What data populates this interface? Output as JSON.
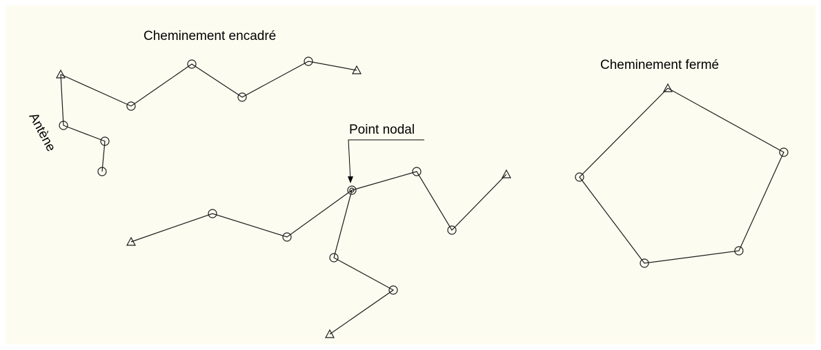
{
  "colors": {
    "background": "#fdfcf0",
    "ink": "#1a1a1a"
  },
  "labels": {
    "encadre": "Cheminement encadré",
    "ferme": "Cheminement fermé",
    "nodal": "Point nodal",
    "antenne": "Antène"
  },
  "legend_symbols": {
    "known_point": "triangle-icon",
    "station": "circle-icon",
    "nodal_point": "double-circle-icon"
  }
}
